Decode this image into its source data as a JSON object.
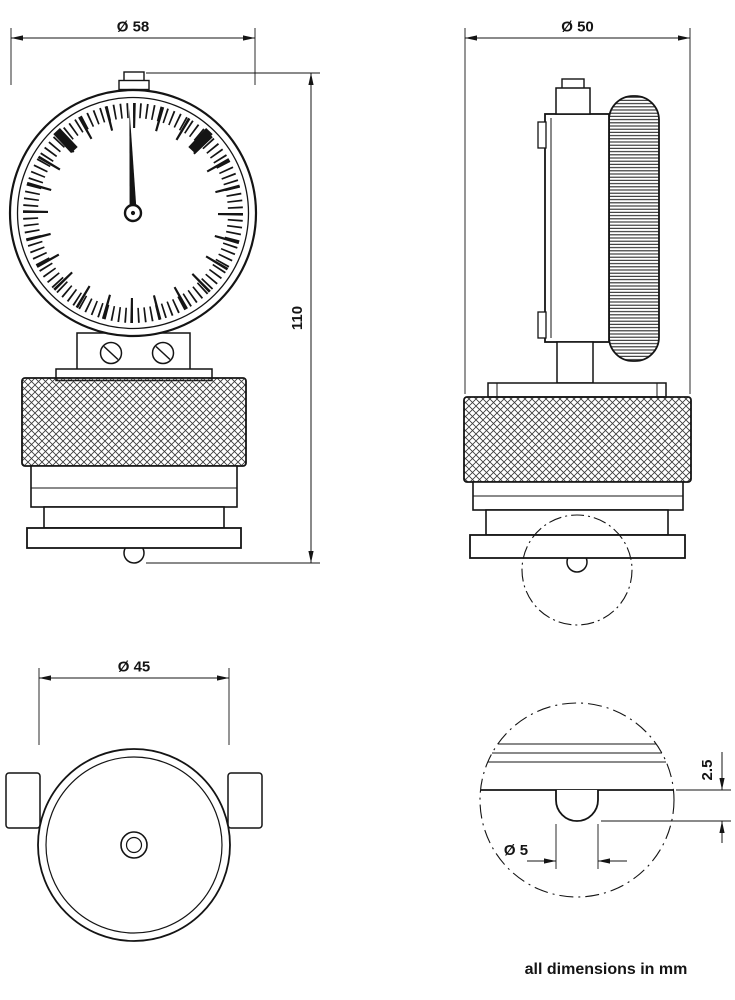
{
  "drawing": {
    "front_view": {
      "diameter_label": "Ø 58",
      "height_label": "110"
    },
    "side_view": {
      "diameter_label": "Ø 50"
    },
    "bottom_view": {
      "diameter_label": "Ø 45"
    },
    "detail_view": {
      "protrusion_label": "2.5",
      "foot_diameter_label": "Ø 5"
    },
    "units_note": "all dimensions in mm"
  },
  "colors": {
    "line": "#141414",
    "background": "#ffffff"
  }
}
